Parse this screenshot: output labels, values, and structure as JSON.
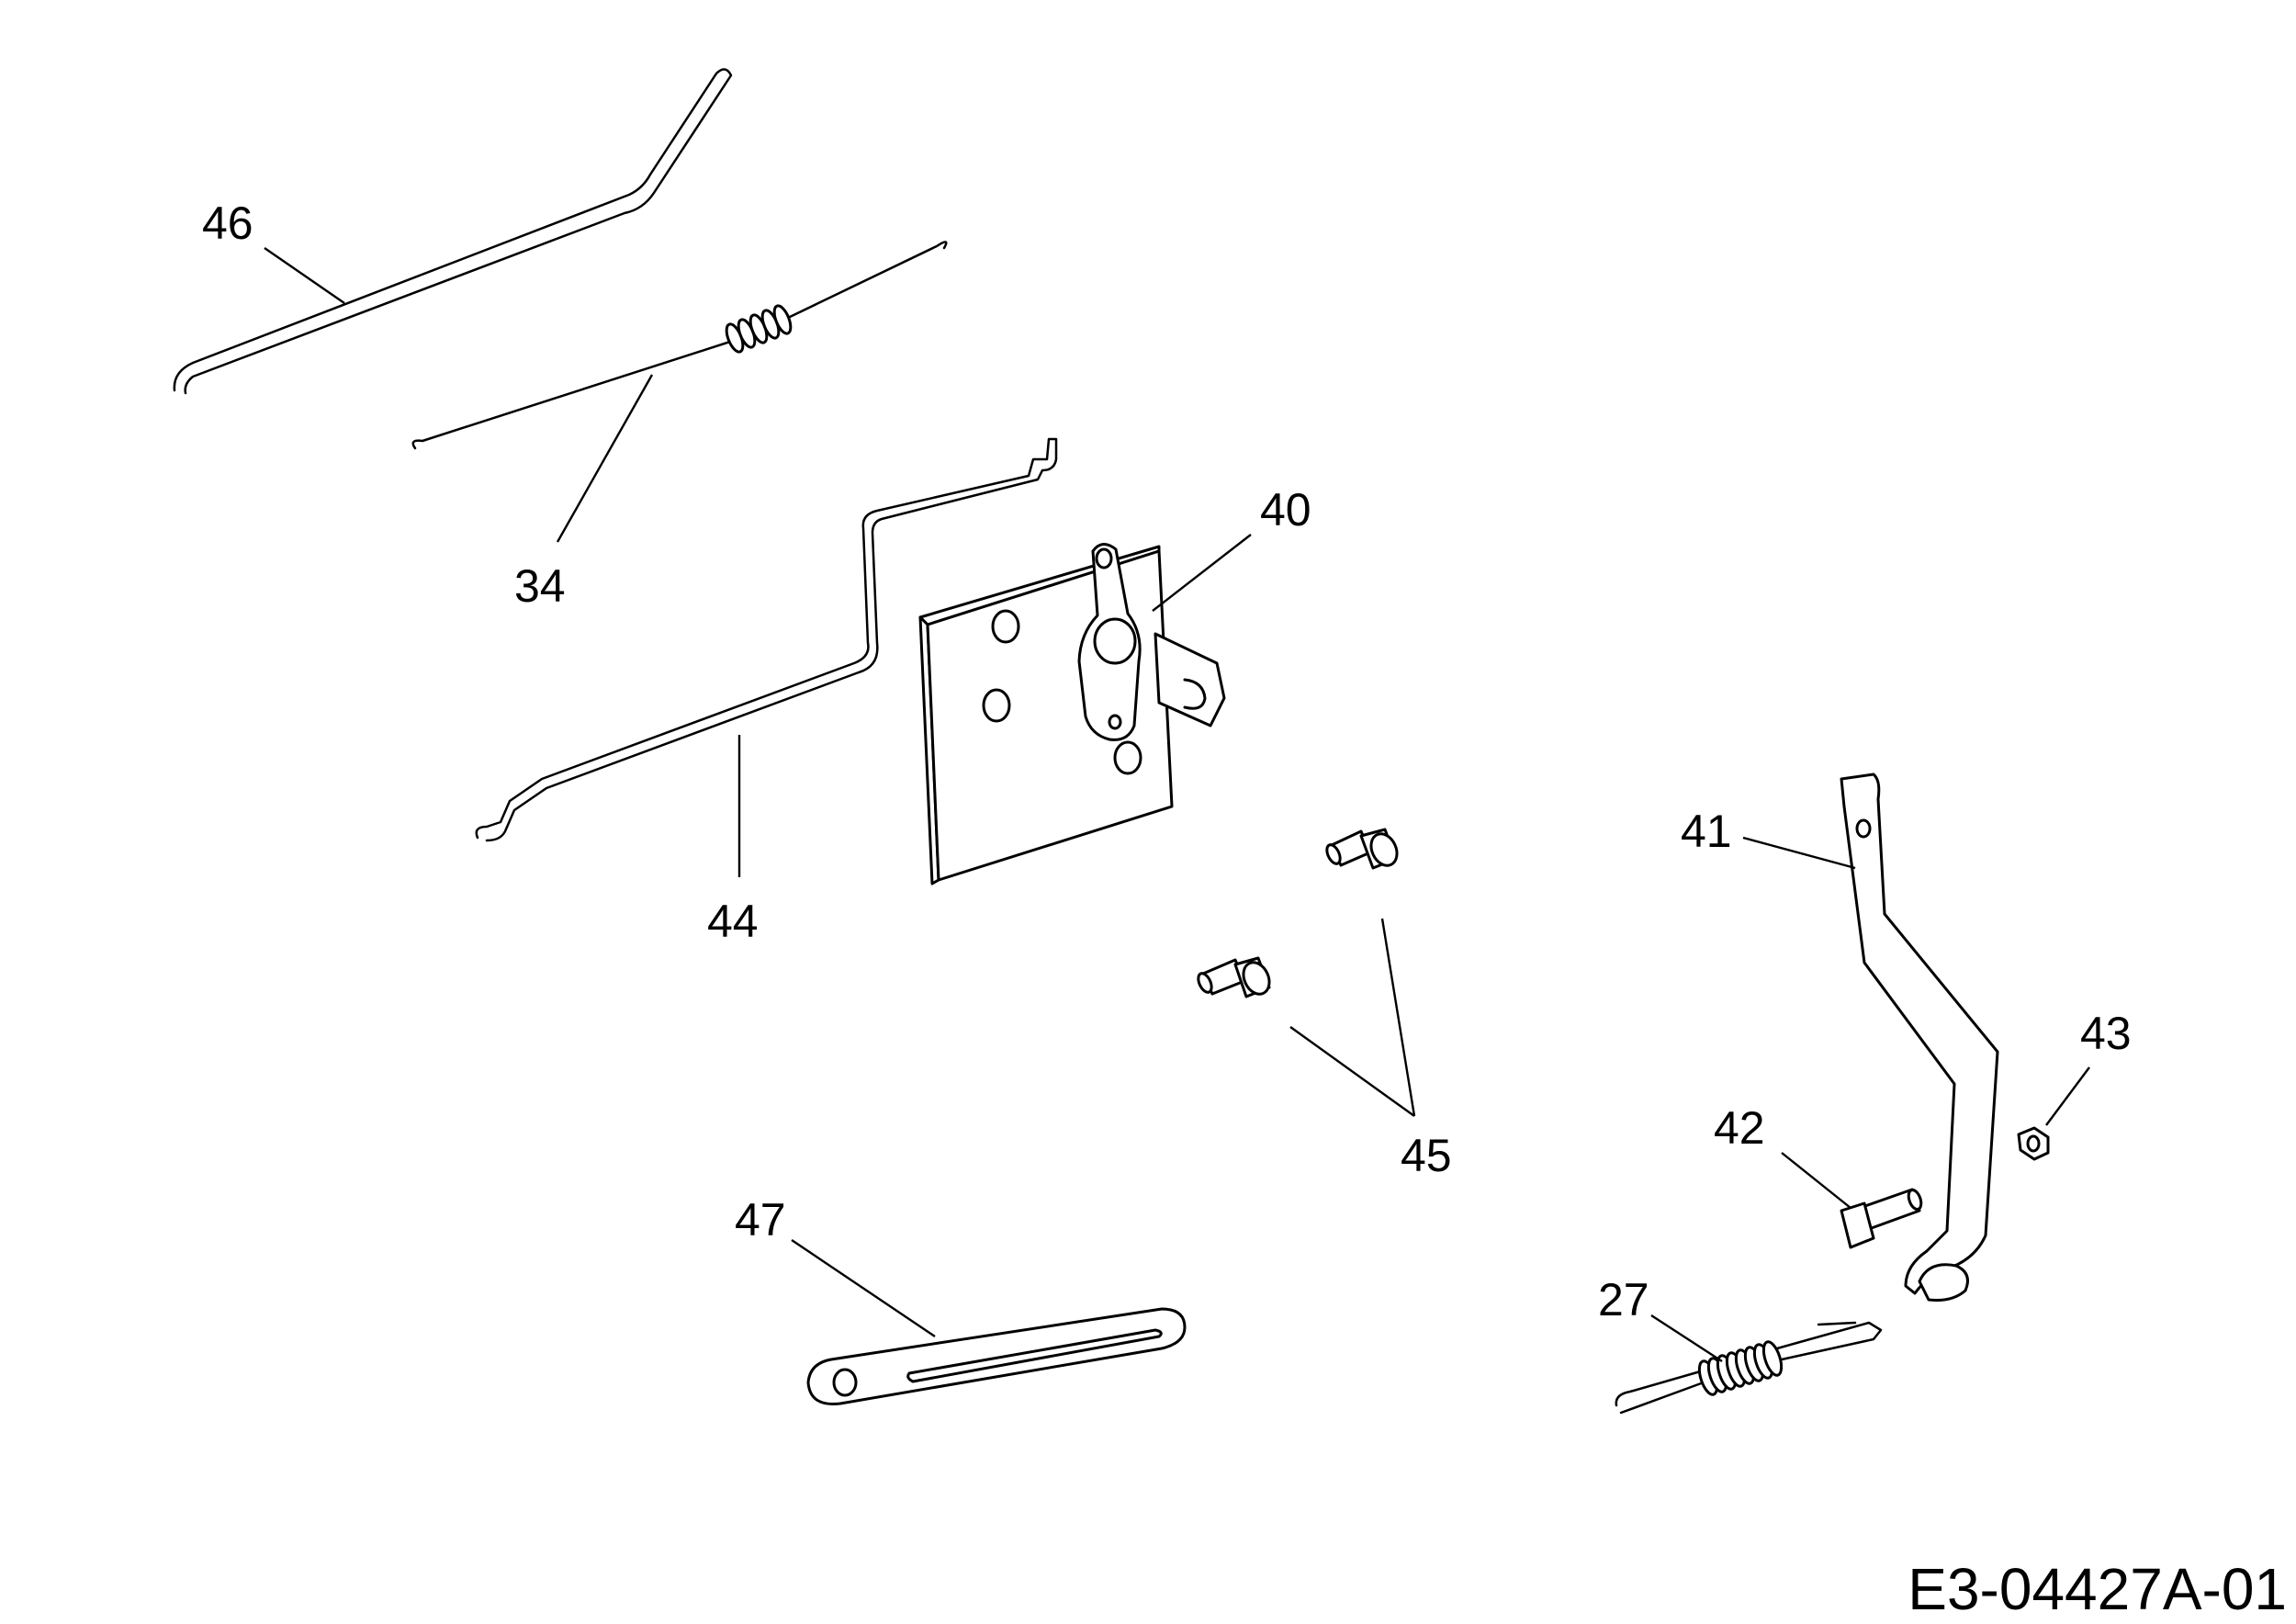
{
  "callouts": {
    "c46": "46",
    "c34": "34",
    "c40": "40",
    "c44": "44",
    "c41": "41",
    "c43": "43",
    "c42": "42",
    "c45": "45",
    "c47": "47",
    "c27": "27"
  },
  "reference_code": "E3-04427A-01",
  "colors": {
    "line": "#000000",
    "background": "#ffffff"
  }
}
